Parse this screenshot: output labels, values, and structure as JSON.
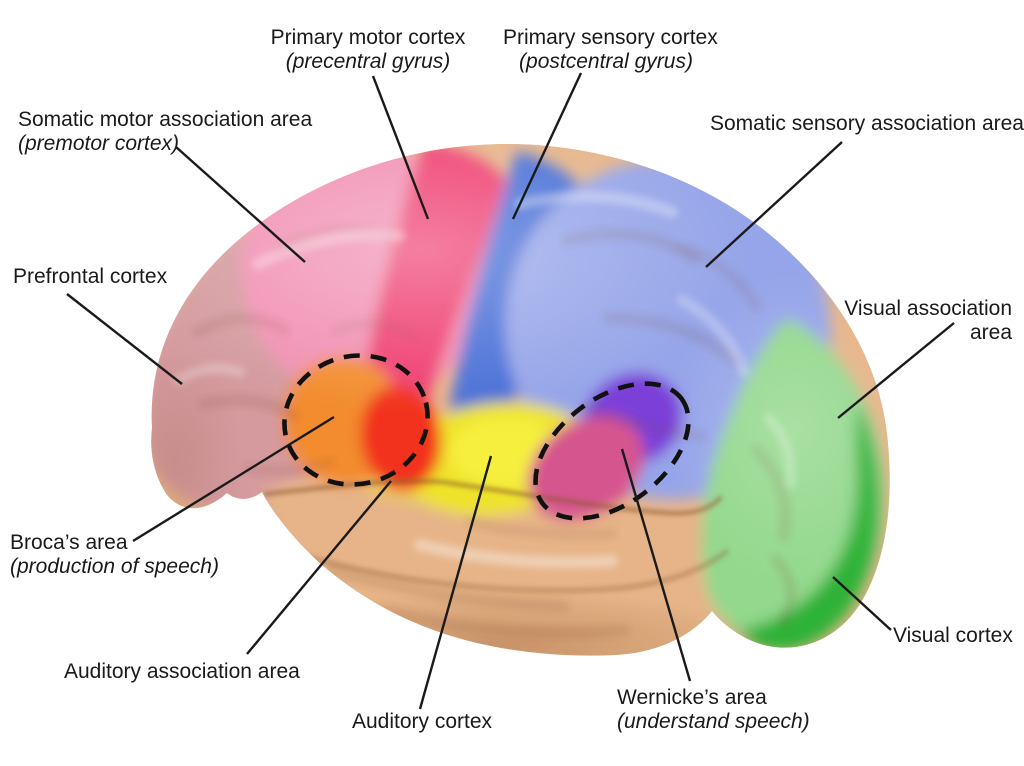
{
  "labels": {
    "primary_motor": {
      "line1": "Primary motor cortex",
      "line2": "(precentral gyrus)"
    },
    "primary_sensory": {
      "line1": "Primary sensory cortex",
      "line2": "(postcentral gyrus)"
    },
    "somatic_motor_association": {
      "line1": "Somatic motor association area",
      "line2": "(premotor cortex)"
    },
    "somatic_sensory_association": {
      "line1": "Somatic sensory association area"
    },
    "prefrontal": {
      "line1": "Prefrontal cortex"
    },
    "visual_association": {
      "line1": "Visual association",
      "line2": "area"
    },
    "broca": {
      "line1": "Broca’s area",
      "line2": "(production of speech)"
    },
    "auditory_association": {
      "line1": "Auditory association area"
    },
    "auditory_cortex": {
      "line1": "Auditory cortex"
    },
    "wernicke": {
      "line1": "Wernicke’s area",
      "line2": "(understand speech)"
    },
    "visual_cortex": {
      "line1": "Visual cortex"
    }
  },
  "region_colors": {
    "prefrontal": "#d49a9e",
    "premotor": "#f18fb2",
    "primary_motor": "#ef3e6f",
    "primary_sensory": "#4a6fd7",
    "somatic_sensory_association": "#96a5e9",
    "temporal_lobe": "#e6b488",
    "auditory_cortex": "#eee32c",
    "auditory_cortex_core": "#f6ef3f",
    "broca_orange": "#f28c2e",
    "broca_red": "#f2301c",
    "wernicke_purple": "#7c3fd9",
    "wernicke_pink": "#d5548e",
    "visual_association": "#93d88c",
    "visual_cortex": "#2eb237"
  },
  "styles": {
    "background": "#ffffff",
    "label_color": "#1a1a1a",
    "leader_line_color": "#1a1a1a",
    "dashed_outline_color": "#111111"
  }
}
